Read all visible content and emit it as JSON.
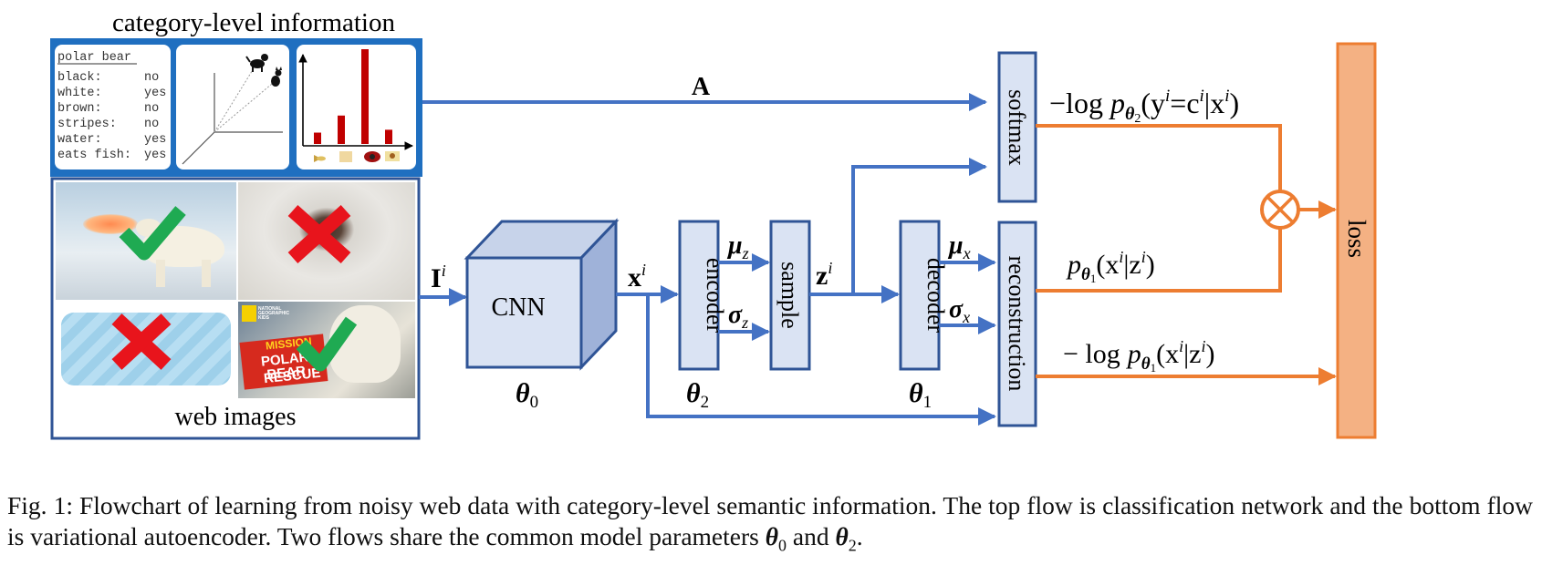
{
  "diagram": {
    "header": "category-level information",
    "attributes": {
      "category": "polar bear",
      "rows": [
        {
          "name": "black:",
          "value": "no"
        },
        {
          "name": "white:",
          "value": "yes"
        },
        {
          "name": "brown:",
          "value": "no"
        },
        {
          "name": "stripes:",
          "value": "no"
        },
        {
          "name": "water:",
          "value": "yes"
        },
        {
          "name": "eats fish:",
          "value": "yes"
        }
      ]
    },
    "attribute_histogram": {
      "values": [
        0.12,
        0.3,
        1.0,
        0.15
      ]
    },
    "web_images_label": "web images",
    "image_verdicts": [
      "check",
      "cross",
      "cross",
      "check"
    ],
    "poster_text": {
      "badge": "NATIONAL GEOGRAPHIC KIDS",
      "line1": "MISSION",
      "line2": "POLAR BEAR",
      "line3": "RESCUE"
    },
    "edge_A": "A",
    "input_label_base": "I",
    "cnn_label": "CNN",
    "theta0_label": "θ",
    "theta0_sub": "0",
    "x_label_base": "x",
    "encoder_label": "encoder",
    "theta2_label": "θ",
    "theta2_sub": "2",
    "mu_z": {
      "base": "μ",
      "sub": "z"
    },
    "sigma_z": {
      "base": "σ",
      "sub": "z"
    },
    "sample_label": "sample",
    "z_label_base": "z",
    "decoder_label": "decoder",
    "theta1_label": "θ",
    "theta1_sub": "1",
    "mu_x": {
      "base": "μ",
      "sub": "x"
    },
    "sigma_x": {
      "base": "σ",
      "sub": "x"
    },
    "softmax_label": "softmax",
    "reconstruction_label": "reconstruction",
    "loss_label": "loss",
    "eq_classification": {
      "neg": "−log",
      "p": "p",
      "theta": "θ",
      "sub": "2",
      "body1": "(y",
      "sup": "i",
      "eq": "=c",
      "body2": "|x",
      "close": ")"
    },
    "eq_likelihood": {
      "p": "p",
      "theta": "θ",
      "sub": "1",
      "body": "(x",
      "mid": "|z",
      "close": ")"
    },
    "eq_neg_likelihood": {
      "neg": "− log",
      "p": "p",
      "theta": "θ",
      "sub": "1",
      "body": "(x",
      "mid": "|z",
      "close": ")"
    },
    "superscript_i": "i",
    "product_symbol": "⊗",
    "colors": {
      "blue": "#4472c4",
      "box_fill": "#dae3f3",
      "box_stroke": "#2f5496",
      "orange": "#ed7d31",
      "loss_fill": "#f4b183",
      "bar": "#c00000",
      "check": "#1faa52",
      "cross": "#e8141c"
    }
  },
  "caption": {
    "prefix": "Fig. 1: Flowchart of learning from noisy web data with category-level semantic information. The top flow is classification network and the bottom flow is variational autoencoder. Two flows share the common model parameters ",
    "theta": "θ",
    "sub0": "0",
    "and": " and ",
    "sub2": "2",
    "end": "."
  }
}
